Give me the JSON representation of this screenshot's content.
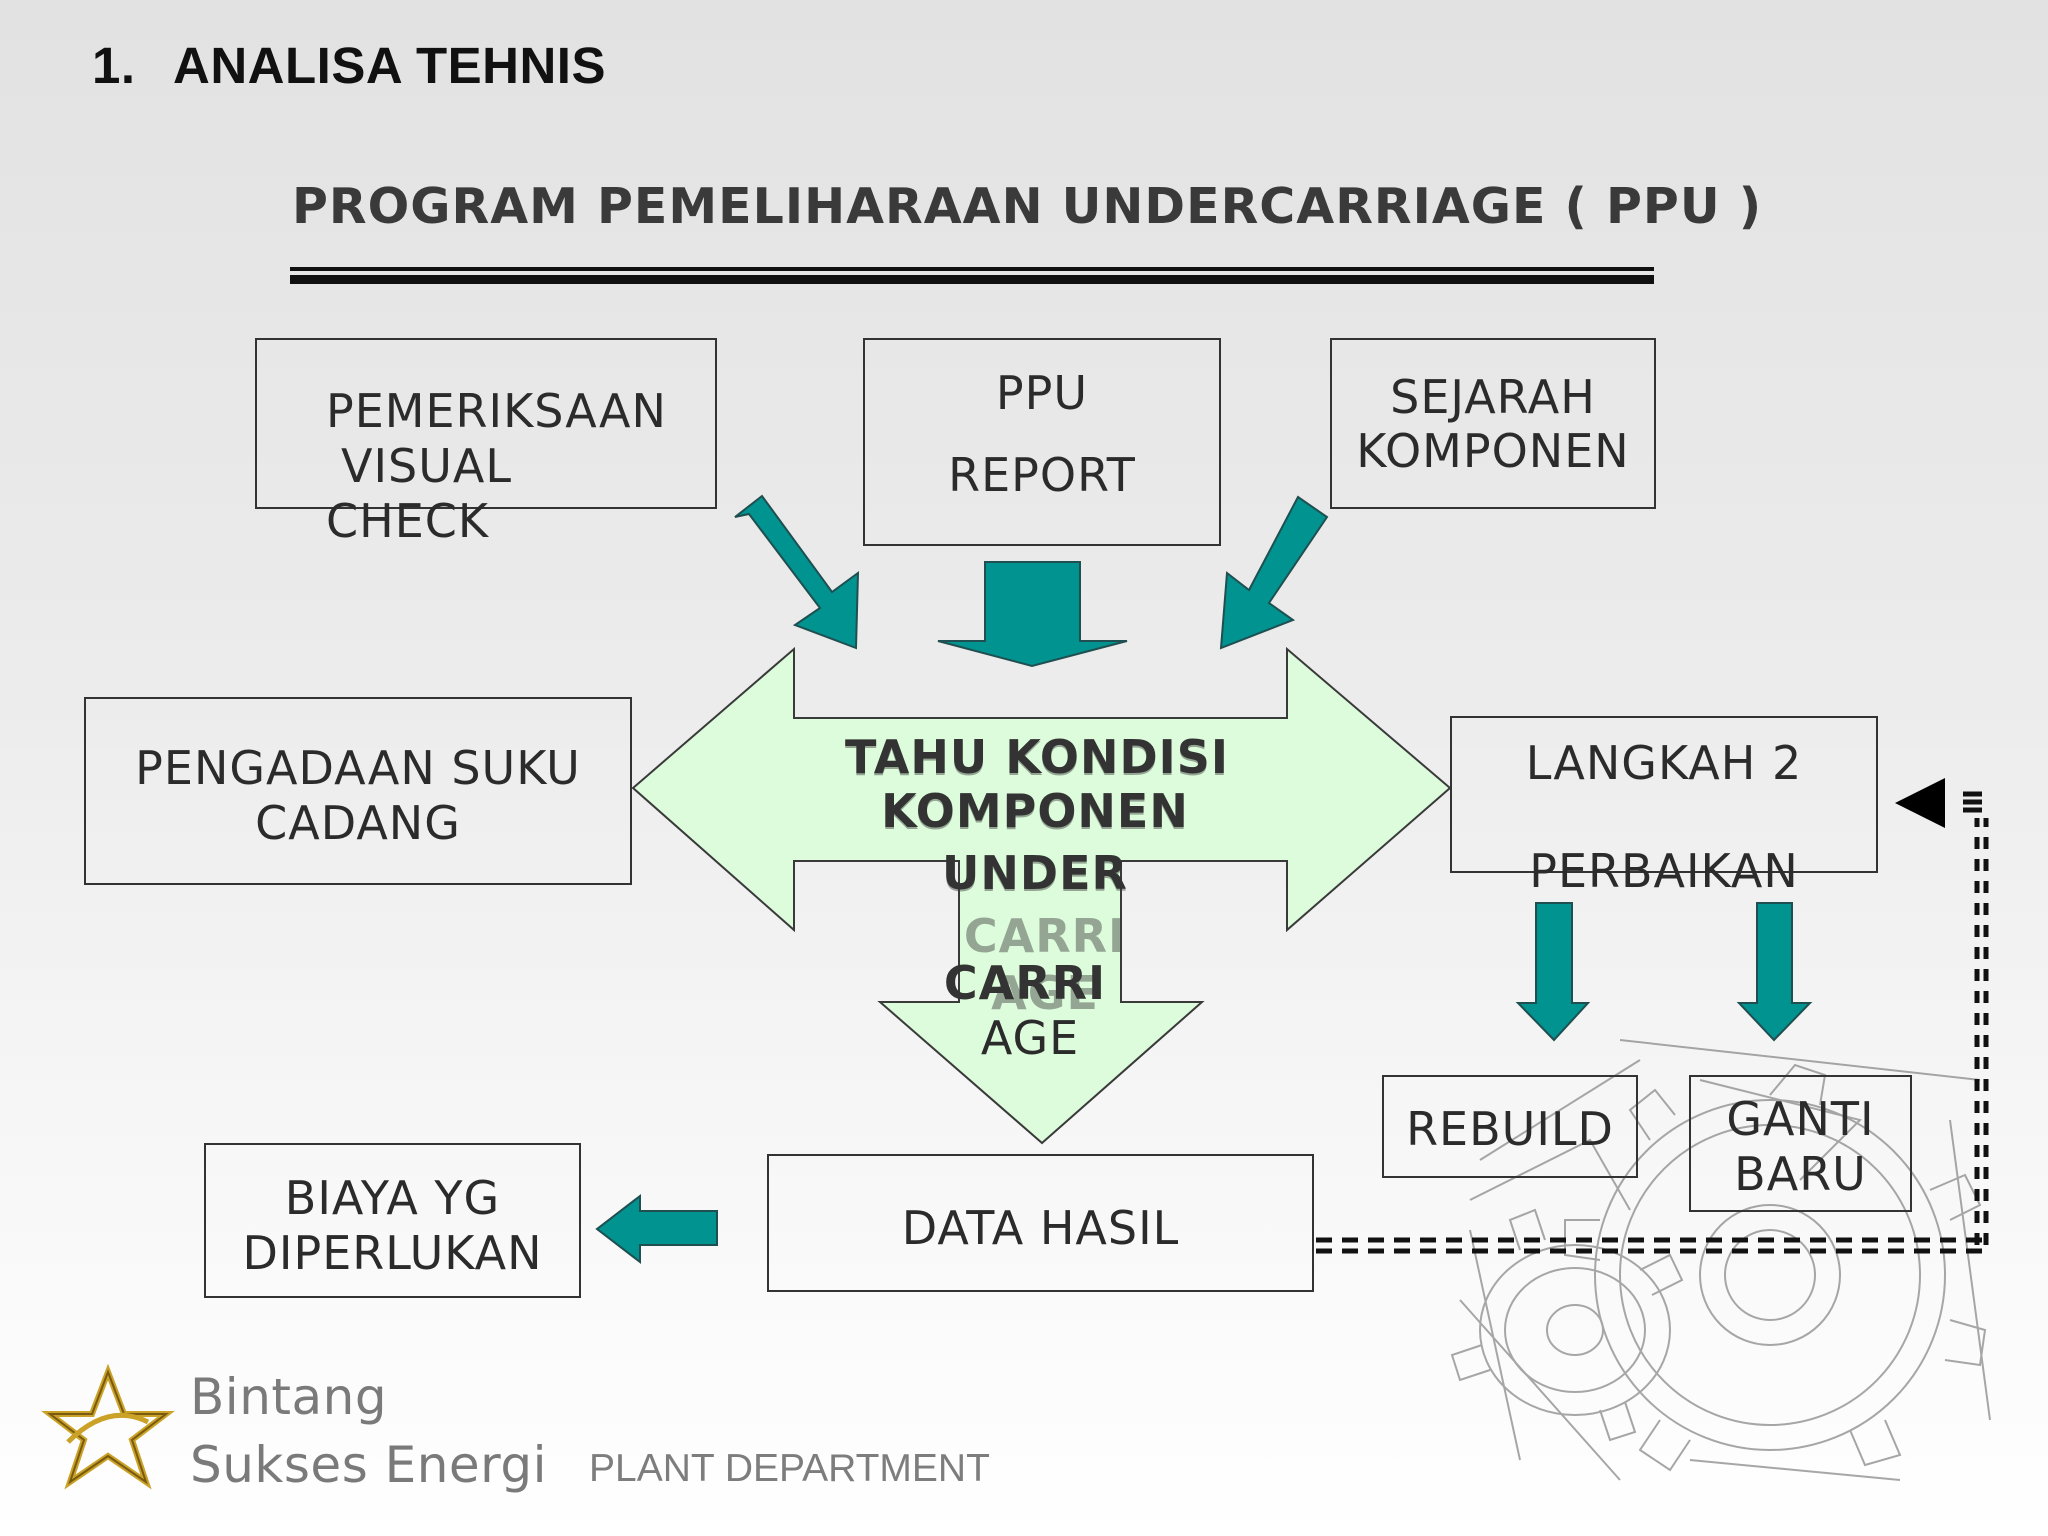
{
  "heading": {
    "number": "1.",
    "text": "ANALISA TEHNIS"
  },
  "title": "PROGRAM PEMELIHARAAN UNDERCARRIAGE ( PPU )",
  "nodes": {
    "pemeriksaan": [
      "PEMERIKSAAN",
      "VISUAL",
      "CHECK"
    ],
    "ppu_report": [
      "PPU",
      "REPORT"
    ],
    "sejarah": [
      "SEJARAH",
      "KOMPONEN"
    ],
    "pengadaan": [
      "PENGADAAN SUKU",
      "CADANG"
    ],
    "center": [
      "TAHU KONDISI",
      "KOMPONEN",
      "UNDER",
      "CARRI",
      "AGE"
    ],
    "langkah": [
      "LANGKAH 2",
      "PERBAIKAN"
    ],
    "rebuild": "REBUILD",
    "ganti_baru": [
      "GANTI",
      "BARU"
    ],
    "biaya": [
      "BIAYA YG",
      "DIPERLUKAN"
    ],
    "data_hasil": "DATA HASIL"
  },
  "footer": {
    "brand_line1": "Bintang",
    "brand_line2": "Sukses Energi",
    "department": "PLANT DEPARTMENT"
  },
  "colors": {
    "arrow_teal": "#00938f",
    "big_arrow_fill": "#dcfcdc",
    "line": "#333333"
  }
}
